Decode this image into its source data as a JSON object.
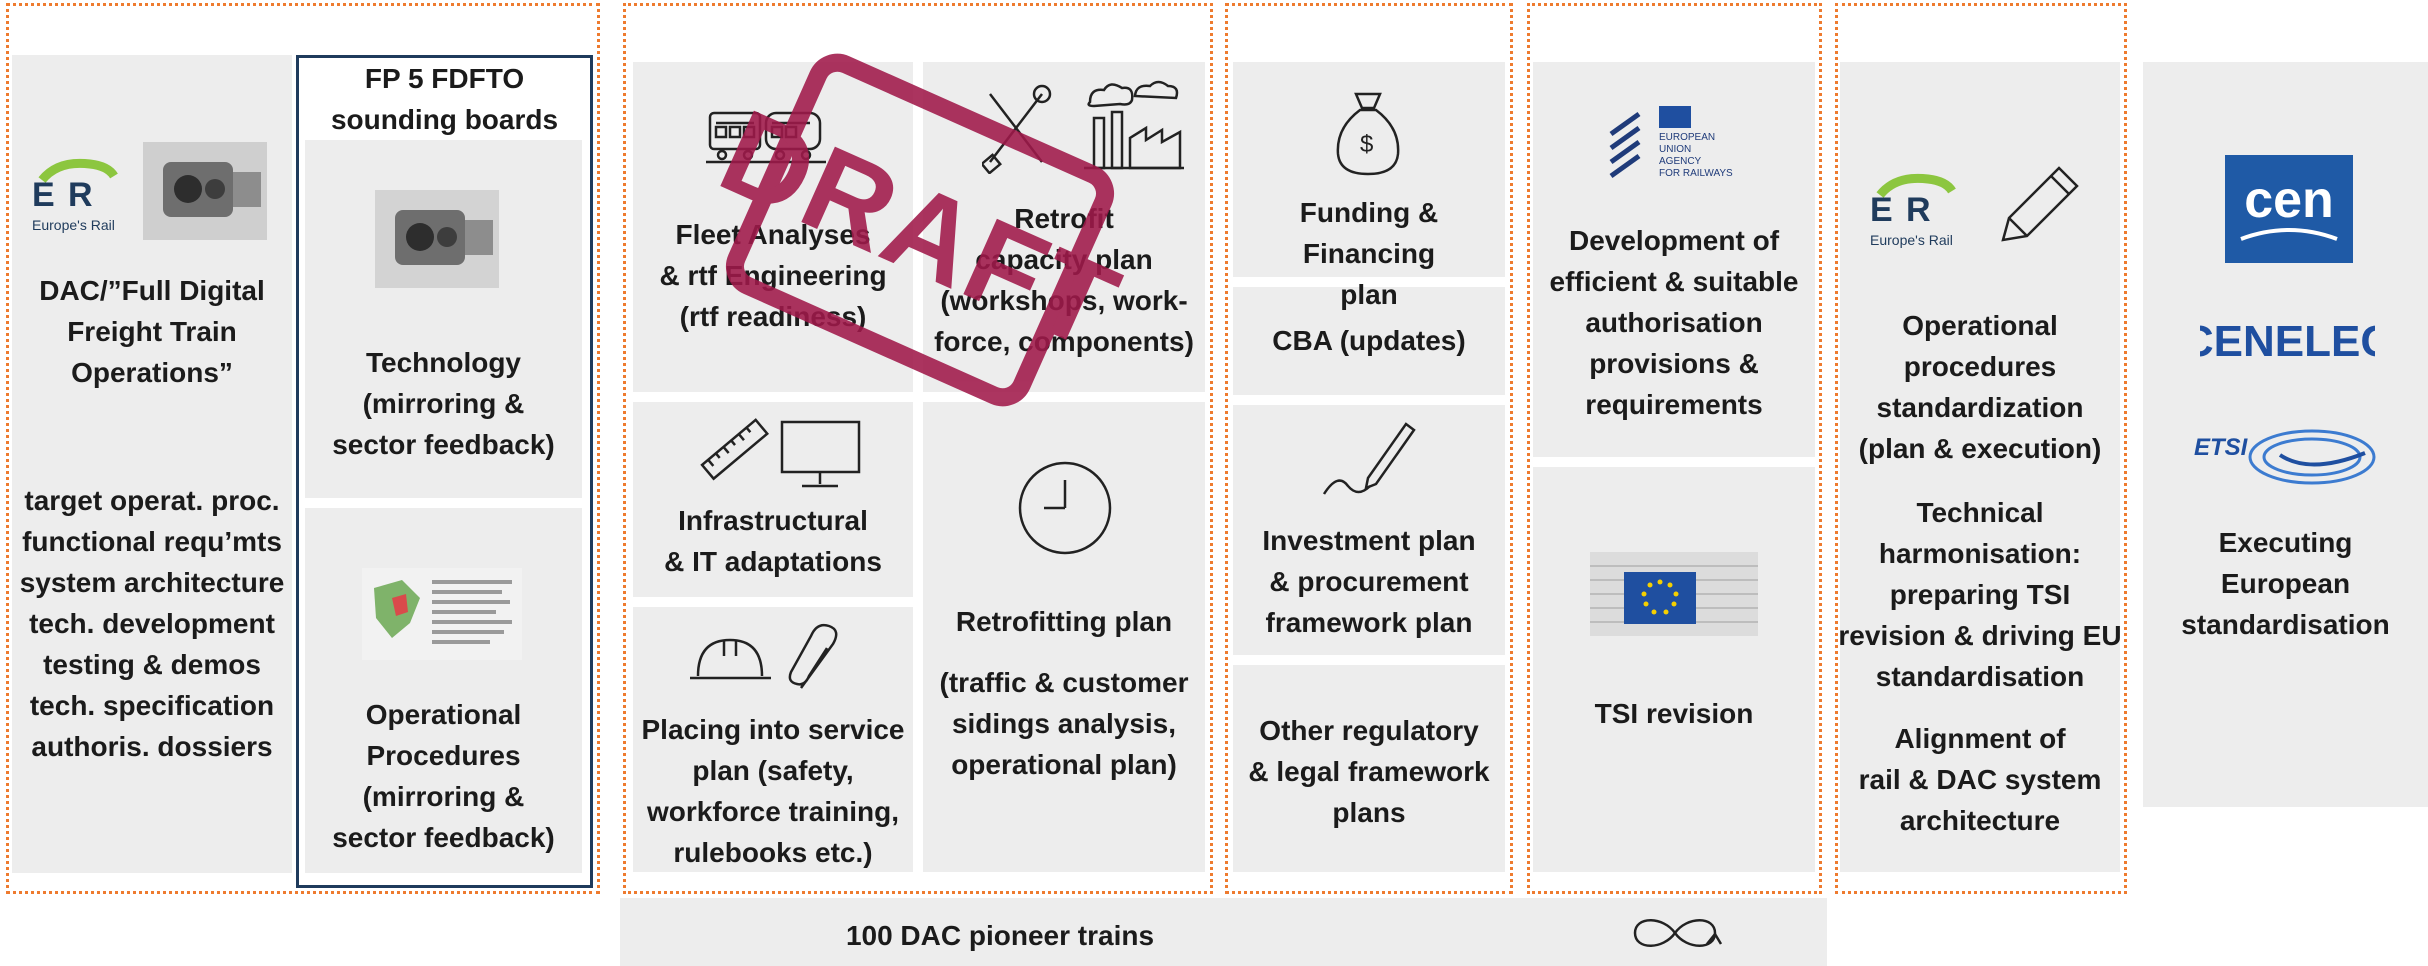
{
  "colors": {
    "panel_bg": "#ededed",
    "group_outline": "#ee7b2f",
    "sounding_board_outline": "#1f3b5c",
    "stamp": "#a0194a",
    "text": "#1b1b1b",
    "cen_blue": "#1f5aa6"
  },
  "logos": {
    "europes_rail": "Europe's Rail",
    "era_lines": [
      "EUROPEAN",
      "UNION",
      "AGENCY",
      "FOR RAILWAYS"
    ],
    "cen": "cen",
    "cenelec": "CENELEC",
    "etsi": "ETSI"
  },
  "col1": {
    "title": "DAC/”Full Digital\nFreight Train\nOperations”",
    "list": "target operat. proc.\nfunctional requ’mts\nsystem architecture\ntech. development\ntesting & demos\ntech. specification\nauthoris. dossiers"
  },
  "sounding_boards": {
    "title": "FP 5 FDFTO\nsounding boards",
    "technology": "Technology\n(mirroring &\nsector feedback)",
    "operational": "Operational\nProcedures\n(mirroring &\nsector feedback)"
  },
  "col2": {
    "fleet": "Fleet Analyses\n& rtf Engineering\n(rtf readiness)",
    "retrofit_capacity": "Retrofit\ncapacity plan\n(workshops, work-\nforce, components)",
    "infra": "Infrastructural\n& IT adaptations",
    "placing": "Placing into service\nplan (safety,\nworkforce training,\nrulebooks etc.)",
    "retrofitting_plan": "Retrofitting plan",
    "retrofitting_detail": "(traffic & customer\nsidings analysis,\noperational plan)",
    "stamp": "DRAFT"
  },
  "col3": {
    "funding": "Funding & Financing\nplan",
    "cba": "CBA (updates)",
    "investment": "Investment plan\n& procurement\nframework plan",
    "other": "Other regulatory\n& legal framework\nplans"
  },
  "col4": {
    "authorisation": "Development of\nefficient & suitable\nauthorisation\nprovisions &\nrequirements",
    "tsi": "TSI revision"
  },
  "col5": {
    "op_std": "Operational\nprocedures\nstandardization\n(plan & execution)",
    "tech_harm": "Technical\nharmonisation:\npreparing TSI\nrevision & driving EU\nstandardisation",
    "alignment": "Alignment of\nrail & DAC system\narchitecture"
  },
  "col6": {
    "executing": "Executing\nEuropean\nstandardisation"
  },
  "bottom": {
    "pioneer": "100 DAC pioneer trains"
  }
}
